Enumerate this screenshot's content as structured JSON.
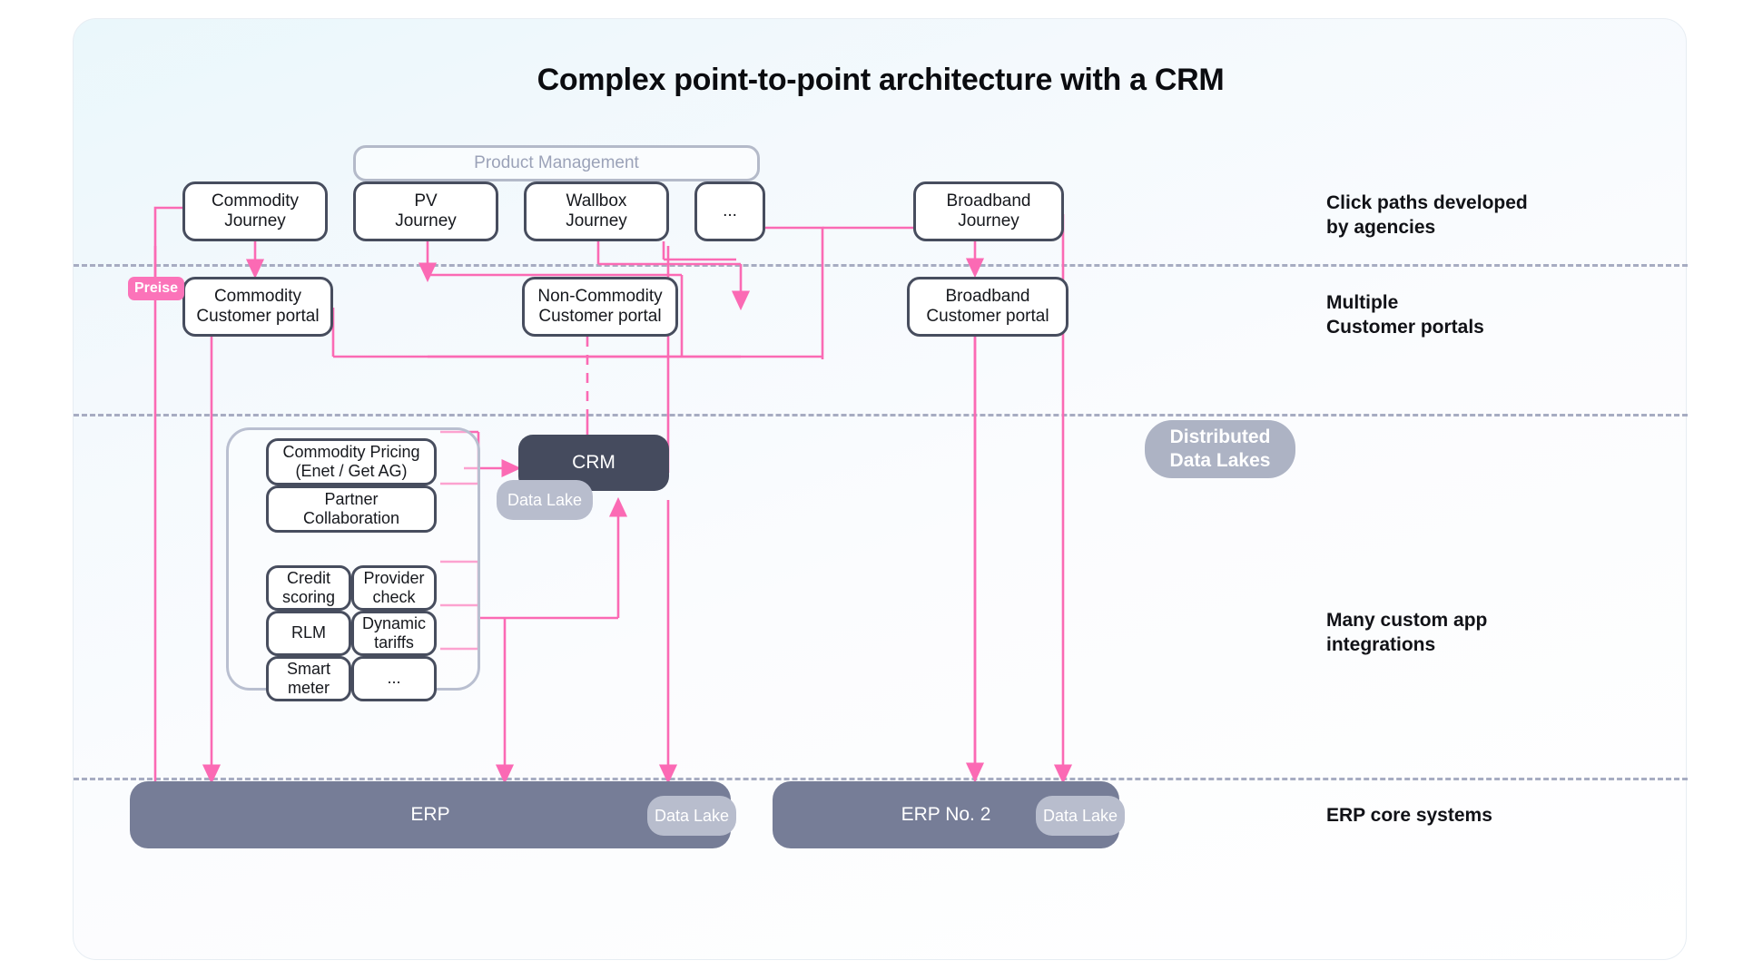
{
  "title": "Complex point-to-point architecture with a CRM",
  "accent": {
    "pink": "#fb6ab4",
    "dark_navy": "#454b5e",
    "erp_gray": "#767d97",
    "pill_gray": "#b8bdcd",
    "dashed_gray": "#a7acc2",
    "muted_border": "#b4bac9"
  },
  "product_management": {
    "label": "Product Management"
  },
  "journeys": [
    {
      "id": "commodity-journey",
      "label": "Commodity\nJourney"
    },
    {
      "id": "pv-journey",
      "label": "PV\nJourney"
    },
    {
      "id": "wallbox-journey",
      "label": "Wallbox\nJourney"
    },
    {
      "id": "more-journey",
      "label": "..."
    },
    {
      "id": "broadband-journey",
      "label": "Broadband\nJourney"
    }
  ],
  "portals": [
    {
      "id": "commodity-portal",
      "label": "Commodity\nCustomer portal"
    },
    {
      "id": "non-commodity-portal",
      "label": "Non-Commodity\nCustomer portal"
    },
    {
      "id": "broadband-portal",
      "label": "Broadband\nCustomer portal"
    }
  ],
  "custom_apps": {
    "wide": [
      {
        "id": "commodity-pricing",
        "label": "Commodity Pricing\n(Enet / Get AG)"
      },
      {
        "id": "partner-collaboration",
        "label": "Partner\nCollaboration"
      }
    ],
    "grid": [
      {
        "id": "credit-scoring",
        "label": "Credit\nscoring"
      },
      {
        "id": "provider-check",
        "label": "Provider\ncheck"
      },
      {
        "id": "rlm",
        "label": "RLM"
      },
      {
        "id": "dynamic-tariffs",
        "label": "Dynamic\ntariffs"
      },
      {
        "id": "smart-meter",
        "label": "Smart\nmeter"
      },
      {
        "id": "more-apps",
        "label": "..."
      }
    ]
  },
  "crm": {
    "label": "CRM"
  },
  "data_lakes": [
    {
      "id": "crm-data-lake",
      "label": "Data Lake"
    },
    {
      "id": "erp-data-lake",
      "label": "Data Lake"
    },
    {
      "id": "erp2-data-lake",
      "label": "Data Lake"
    }
  ],
  "distributed_data_lakes": {
    "line1": "Distributed",
    "line2": "Data Lakes"
  },
  "erp_systems": [
    {
      "id": "erp",
      "label": "ERP"
    },
    {
      "id": "erp-no-2",
      "label": "ERP No. 2"
    }
  ],
  "tags": [
    {
      "id": "preise-tag",
      "label": "Preise"
    }
  ],
  "band_labels": [
    {
      "id": "band-click-paths",
      "line1": "Click paths developed",
      "line2": "by agencies"
    },
    {
      "id": "band-portals",
      "line1": "Multiple",
      "line2": "Customer portals"
    },
    {
      "id": "band-integrations",
      "line1": "Many custom app",
      "line2": "integrations"
    },
    {
      "id": "band-erp",
      "line1": "ERP core systems",
      "line2": ""
    }
  ]
}
